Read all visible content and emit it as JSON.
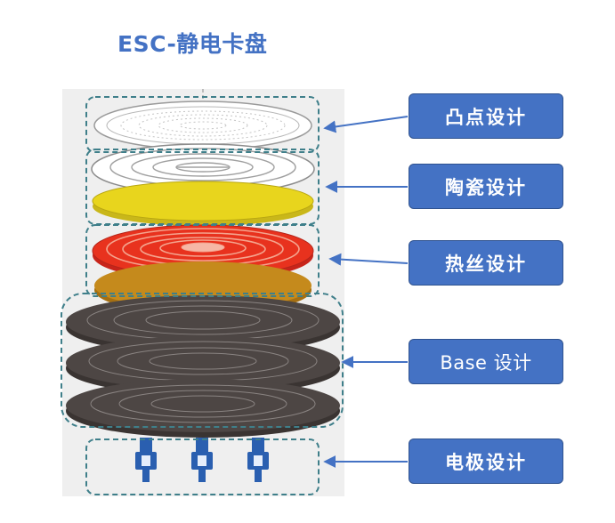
{
  "title": "ESC-静电卡盘",
  "labels": [
    {
      "id": "bump",
      "text": "凸点设计"
    },
    {
      "id": "ceramic",
      "text": "陶瓷设计"
    },
    {
      "id": "heater",
      "text": "热丝设计"
    },
    {
      "id": "base",
      "text": "Base 设计"
    },
    {
      "id": "electrode",
      "text": "电极设计"
    }
  ],
  "colors": {
    "title": "#4472C4",
    "label_box": "#4472C4",
    "label_text": "#ffffff",
    "arrow": "#4472C4",
    "dashed_frame": "#3f7f8a",
    "panel_bg": "#efefef",
    "bump_layer": "#ffffff",
    "ceramic_layer": "#e8d51d",
    "heater_layer": "#e8321e",
    "bond_layer": "#c58a1c",
    "base_layer": "#4d4644",
    "electrode": "#2a5fb0"
  },
  "icons": {
    "bump_layer": "white-dotted-disc",
    "ceramic_top": "white-patterned-disc",
    "ceramic_layer": "yellow-disc",
    "heater_layer": "red-heater-coil-disc",
    "bond_layer": "amber-disc",
    "base_layers": "dark-grey-base-disc",
    "electrodes": "blue-electrode-pins"
  }
}
